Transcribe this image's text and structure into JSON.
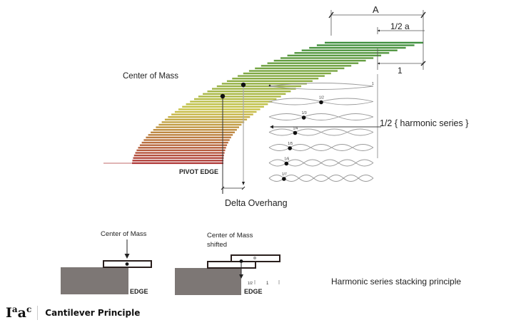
{
  "diagram": {
    "title": "Cantilever Principle",
    "logo_text": "Iaac",
    "top_figure": {
      "labels": {
        "center_of_mass": "Center of Mass",
        "pivot_edge": "PIVOT EDGE",
        "delta_overhang": "Delta Overhang",
        "harmonic_series": "1/2 { harmonic series }",
        "dim_A": "A",
        "dim_half_a": "1/2 a",
        "dim_one": "1"
      },
      "stack": {
        "layer_count": 48,
        "color_bottom": "#b03a3a",
        "color_middle": "#c8c448",
        "color_top": "#3f8f3f"
      },
      "harmonics": [
        {
          "label": "1",
          "lobes": 1
        },
        {
          "label": "1/2",
          "lobes": 2
        },
        {
          "label": "1/3",
          "lobes": 3
        },
        {
          "label": "1/4",
          "lobes": 4
        },
        {
          "label": "1/5",
          "lobes": 5
        },
        {
          "label": "1/6",
          "lobes": 6
        },
        {
          "label": "1/7",
          "lobes": 7
        }
      ]
    },
    "bottom_left": {
      "label": "Center of Mass",
      "edge_label": "EDGE"
    },
    "bottom_middle": {
      "label_line1": "Center of Mass",
      "label_line2": "shifted",
      "edge_label": "EDGE",
      "tick_labels": [
        "1/2",
        "1"
      ]
    },
    "caption": "Harmonic series stacking principle",
    "colors": {
      "block_gray": "#7d7775",
      "line_gray": "#999999",
      "text_dark": "#222222"
    }
  }
}
